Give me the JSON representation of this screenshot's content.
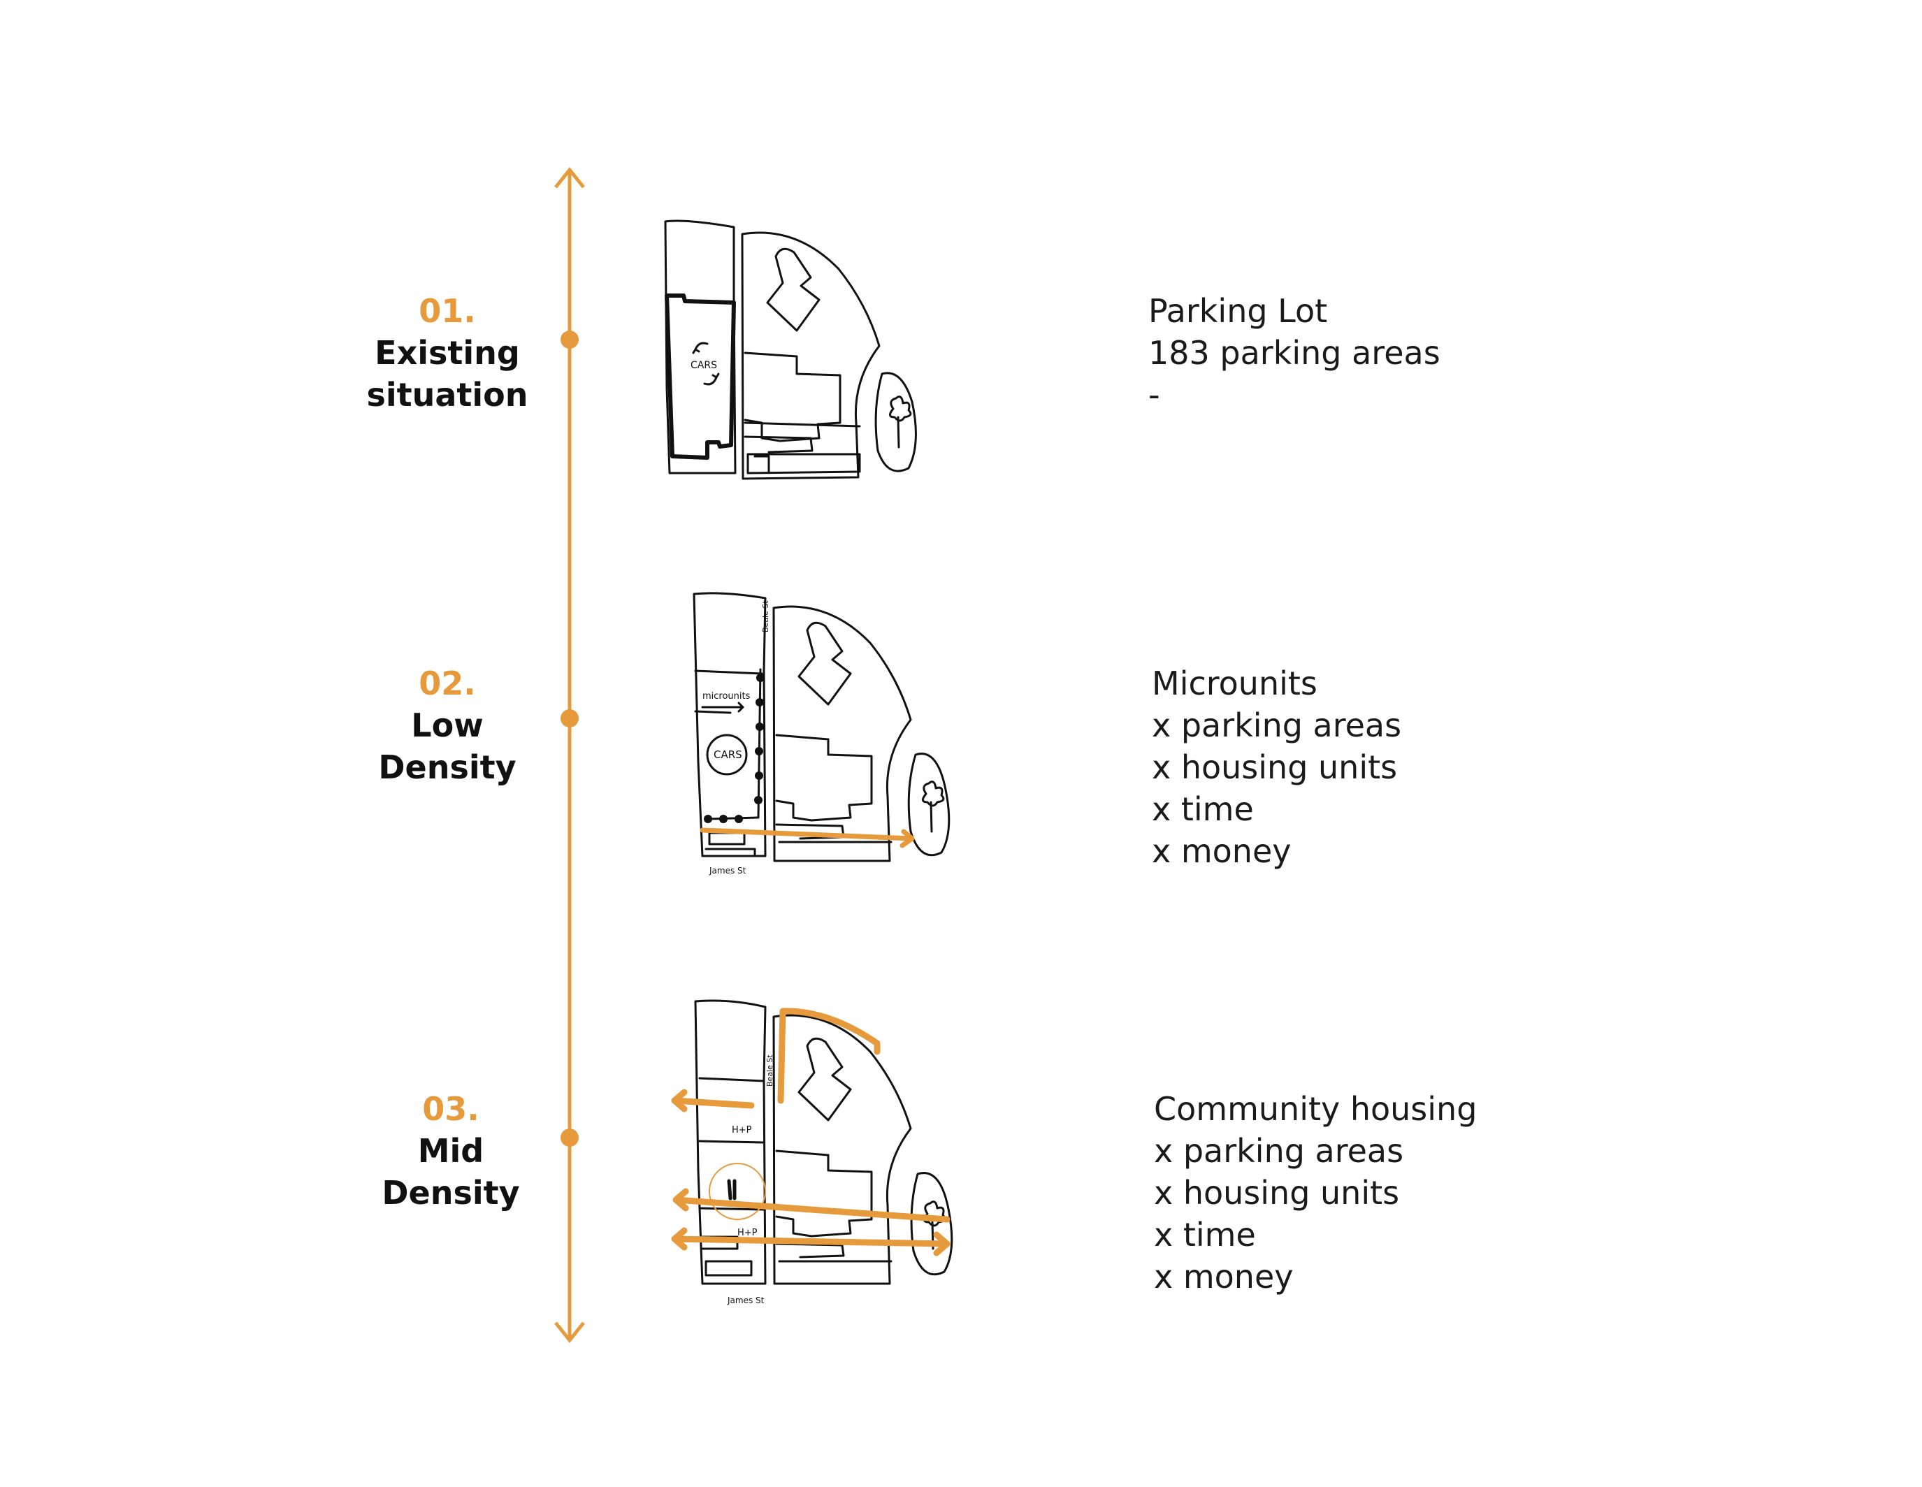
{
  "accent_color": "#E69A3C",
  "steps": [
    {
      "number": "01.",
      "title_lines": [
        "Existing",
        "situation"
      ],
      "description": [
        "Parking Lot",
        "183 parking areas",
        "-"
      ],
      "sketch_labels": [
        "CARS"
      ]
    },
    {
      "number": "02.",
      "title_lines": [
        "Low",
        "Density"
      ],
      "description": [
        "Microunits",
        "x parking areas",
        "x housing units",
        "x time",
        "x money"
      ],
      "sketch_labels": [
        "microunits",
        "CARS",
        "James St",
        "Beale St"
      ]
    },
    {
      "number": "03.",
      "title_lines": [
        "Mid",
        "Density"
      ],
      "description": [
        "Community housing",
        "x parking areas",
        "x housing units",
        "x time",
        "x money"
      ],
      "sketch_labels": [
        "H+P",
        "H+P",
        "James St",
        "Beale St"
      ]
    }
  ]
}
